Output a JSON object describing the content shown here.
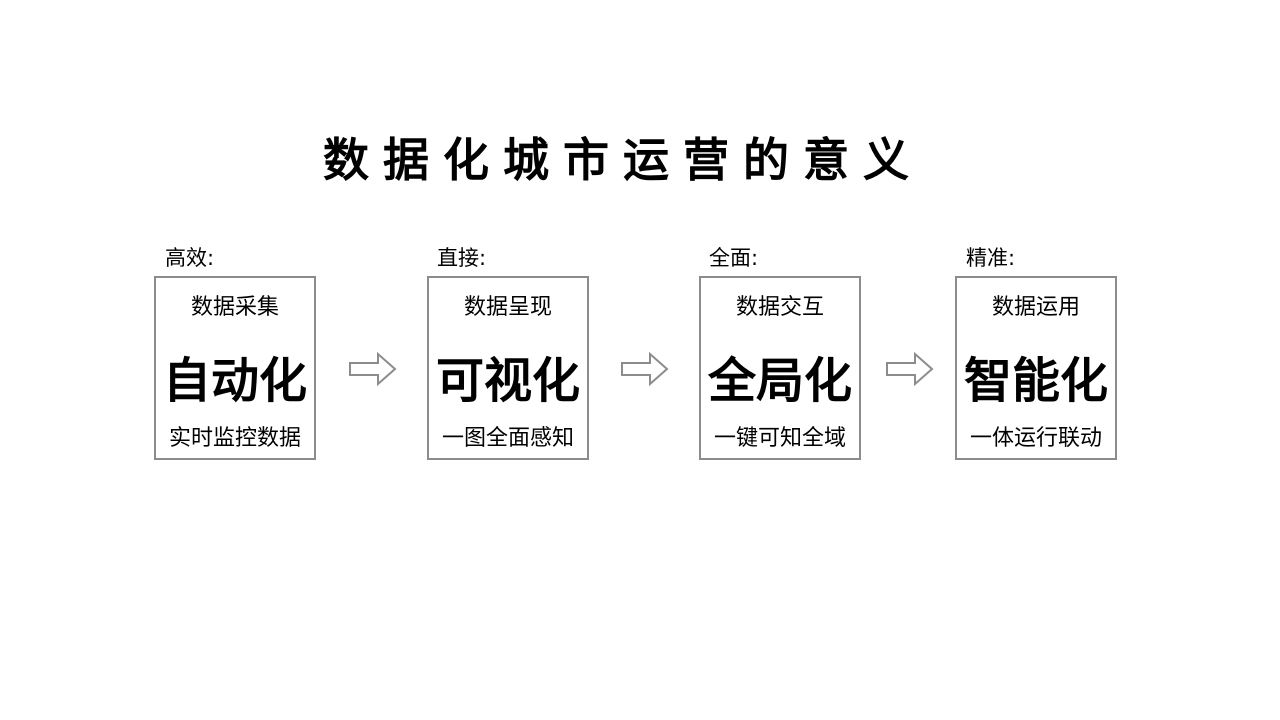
{
  "title": "数据化城市运营的意义",
  "steps": [
    {
      "tag": "高效:",
      "sub": "数据采集",
      "main": "自动化",
      "desc": "实时监控数据"
    },
    {
      "tag": "直接:",
      "sub": "数据呈现",
      "main": "可视化",
      "desc": "一图全面感知"
    },
    {
      "tag": "全面:",
      "sub": "数据交互",
      "main": "全局化",
      "desc": "一键可知全域"
    },
    {
      "tag": "精准:",
      "sub": "数据运用",
      "main": "智能化",
      "desc": "一体运行联动"
    }
  ],
  "arrow_icon": "right-arrow-outline-icon",
  "colors": {
    "border": "#8c8c8c",
    "arrow": "#8c8c8c",
    "text": "#000000"
  }
}
